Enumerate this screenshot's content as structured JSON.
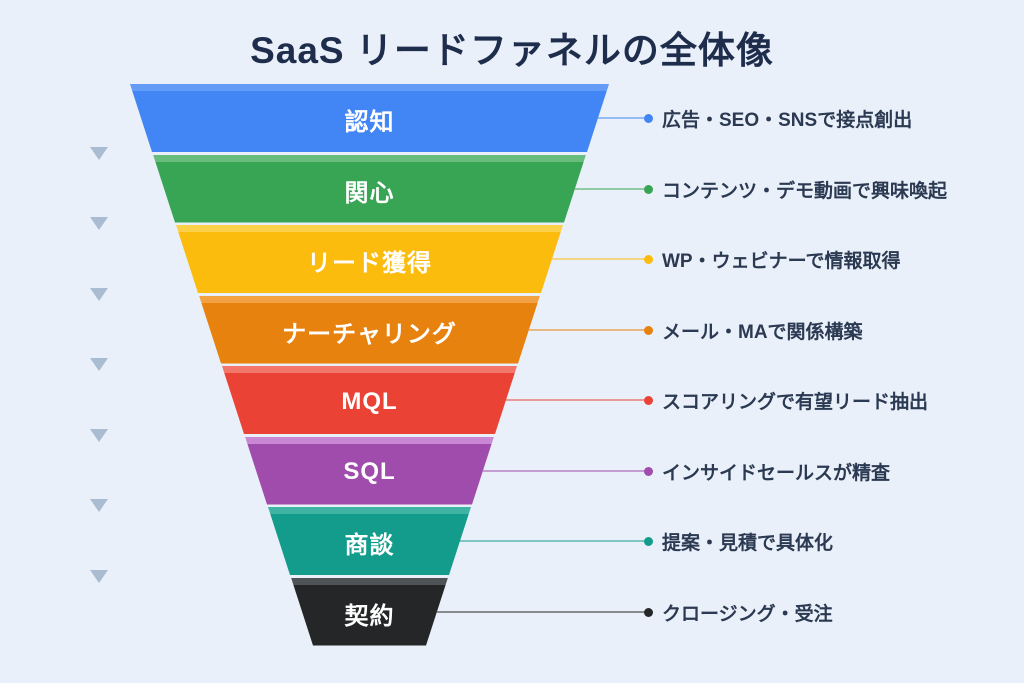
{
  "title": "SaaS リードファネルの全体像",
  "colors": {
    "background": "#E9F0F9",
    "title_text": "#1F2D4D",
    "note_text": "#2B3A52",
    "stage_label_text": "#FFFFFF",
    "step_arrow": "#A9BCD1"
  },
  "funnel": {
    "stages": [
      {
        "label": "認知",
        "note": "広告・SEO・SNSで接点創出",
        "color": "#4285F4",
        "lip_color": "#639BF6"
      },
      {
        "label": "関心",
        "note": "コンテンツ・デモ動画で興味喚起",
        "color": "#37A554",
        "lip_color": "#68BD7D"
      },
      {
        "label": "リード獲得",
        "note": "WP・ウェビナーで情報取得",
        "color": "#FBBC0D",
        "lip_color": "#FDD04A"
      },
      {
        "label": "ナーチャリング",
        "note": "メール・MAで関係構築",
        "color": "#E8820E",
        "lip_color": "#F2A243"
      },
      {
        "label": "MQL",
        "note": "スコアリングで有望リード抽出",
        "color": "#EA4335",
        "lip_color": "#F3766B"
      },
      {
        "label": "SQL",
        "note": "インサイドセールスが精査",
        "color": "#A04CAC",
        "lip_color": "#CA87D3"
      },
      {
        "label": "商談",
        "note": "提案・見積で具体化",
        "color": "#139C8B",
        "lip_color": "#3FB4A4"
      },
      {
        "label": "契約",
        "note": "クロージング・受注",
        "color": "#242627",
        "lip_color": "#4E5357"
      }
    ]
  }
}
